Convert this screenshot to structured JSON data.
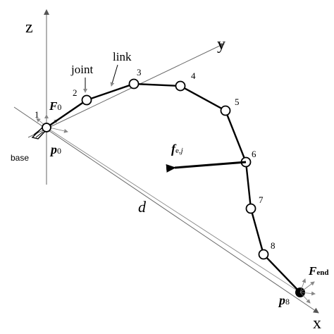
{
  "axes": {
    "x": "x",
    "y": "y",
    "z": "z"
  },
  "callouts": {
    "joint": "joint",
    "link": "link"
  },
  "joint_numbers": [
    "1",
    "2",
    "3",
    "4",
    "5",
    "6",
    "7",
    "8"
  ],
  "base_label": "base",
  "distance_label": "d",
  "force_start": {
    "main": "F",
    "sub": "0"
  },
  "force_end": {
    "main": "F",
    "sub": "end"
  },
  "external_force": {
    "main": "f",
    "sub": "e,",
    "sub_italic": "j"
  },
  "position_start": {
    "main": "p",
    "sub": "0"
  },
  "position_end": {
    "main": "p",
    "sub": "8"
  }
}
